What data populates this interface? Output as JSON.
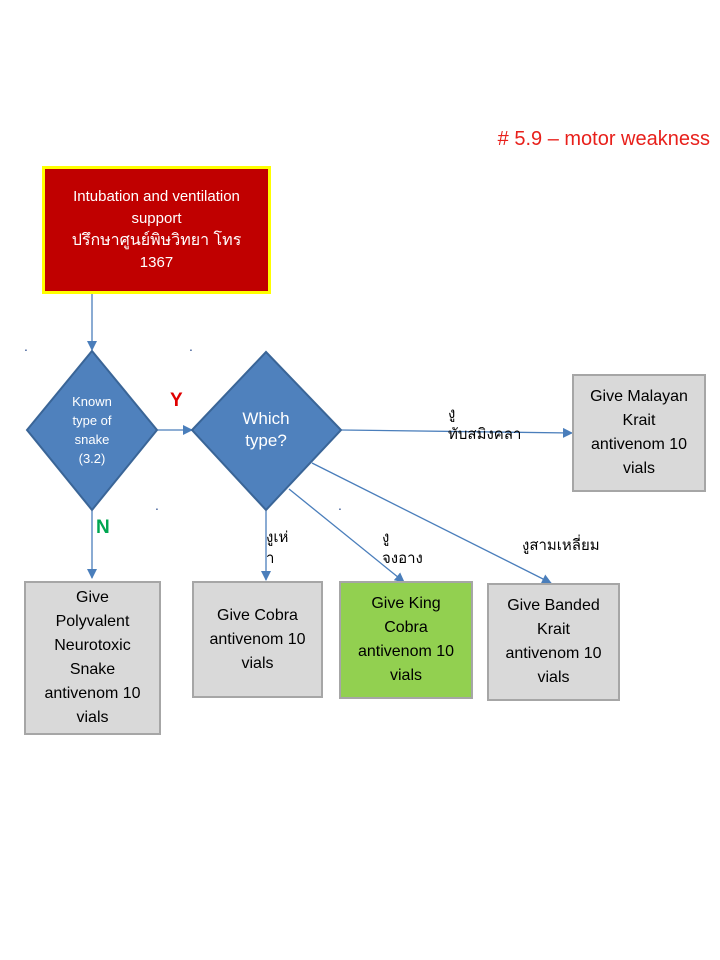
{
  "heading": "# 5.9 – motor weakness",
  "top_box": {
    "line1": "Intubation and ventilation",
    "line2": "support",
    "line3": "ปรึกษาศูนย์พิษวิทยา โทร",
    "line4": "1367"
  },
  "known_diamond": {
    "line1": "Known",
    "line2": "type of",
    "line3": "snake",
    "line4": "(3.2)"
  },
  "which_diamond": {
    "line1": "Which",
    "line2": "type?"
  },
  "yes_label": "Y",
  "no_label": "N",
  "polyvalent_box": {
    "line1": "Give",
    "line2": "Polyvalent",
    "line3": "Neurotoxic",
    "line4": "Snake",
    "line5": "antivenom 10",
    "line6": "vials"
  },
  "cobra_box": {
    "line1": "Give Cobra",
    "line2": "antivenom 10",
    "line3": "vials"
  },
  "king_cobra_box": {
    "line1": "Give King",
    "line2": "Cobra",
    "line3": "antivenom 10",
    "line4": "vials"
  },
  "banded_krait_box": {
    "line1": "Give Banded",
    "line2": "Krait",
    "line3": "antivenom 10",
    "line4": "vials"
  },
  "malayan_krait_box": {
    "line1": "Give Malayan",
    "line2": "Krait",
    "line3": "antivenom 10",
    "line4": "vials"
  },
  "edge_labels": {
    "cobra_line1": "งูเห่",
    "cobra_line2": "า",
    "king_cobra_line1": "งู",
    "king_cobra_line2": "จงอาง",
    "banded_krait": "งูสามเหลี่ยม",
    "malayan_line1": "งู",
    "malayan_line2": "ทับสมิงคลา"
  },
  "dots": [
    ".",
    ".",
    ".",
    "."
  ],
  "colors": {
    "heading": "#e8201b",
    "top_box_fill": "#c00000",
    "top_box_border": "#ffff00",
    "diamond_fill": "#4f81bd",
    "diamond_border": "#3a6597",
    "arrow": "#4a7ebb",
    "gray_box": "#d9d9d9",
    "green_box": "#92d050",
    "yes": "#e00000",
    "no": "#00a651"
  }
}
